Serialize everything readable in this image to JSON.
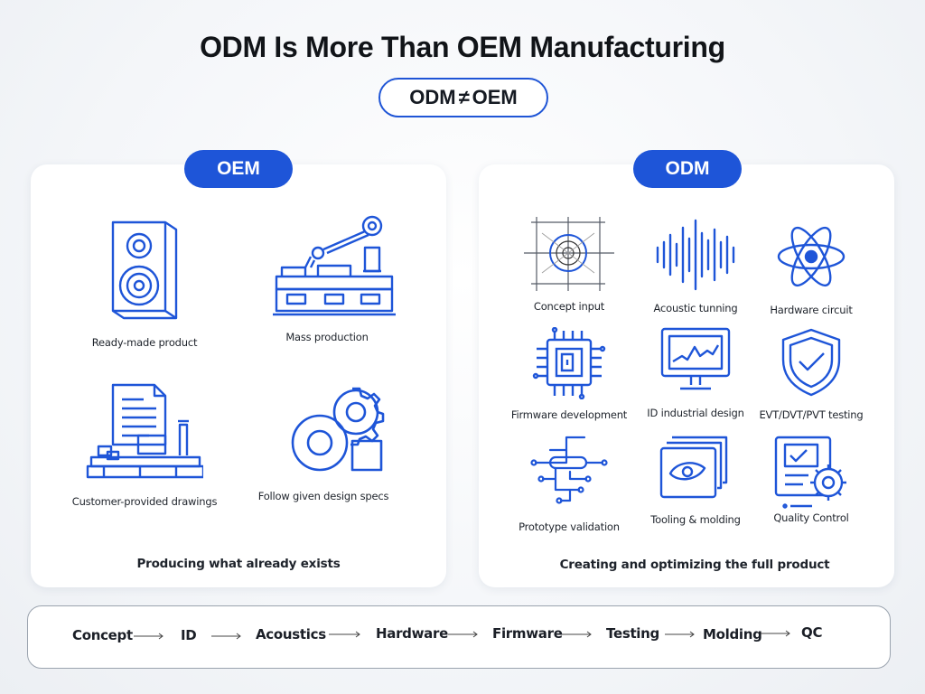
{
  "title": "ODM Is More Than OEM Manufacturing",
  "comparison": {
    "left": "ODM",
    "symbol": "≠",
    "right": "OEM"
  },
  "accent_color": "#1e55d8",
  "oem": {
    "badge": "OEM",
    "items": [
      {
        "icon": "speaker-icon",
        "label": "Ready-made product"
      },
      {
        "icon": "robot-arm-assembly-icon",
        "label": "Mass production"
      },
      {
        "icon": "document-factory-icon",
        "label": "Customer-provided drawings"
      },
      {
        "icon": "gears-square-icon",
        "label": "Follow given design specs"
      }
    ],
    "tagline": "Producing what already exists"
  },
  "odm": {
    "badge": "ODM",
    "items": [
      {
        "icon": "concept-grid-icon",
        "label": "Concept input"
      },
      {
        "icon": "sound-wave-icon",
        "label": "Acoustic tunning"
      },
      {
        "icon": "atom-icon",
        "label": "Hardware circuit"
      },
      {
        "icon": "chip-icon",
        "label": "Firmware development"
      },
      {
        "icon": "monitor-chart-icon",
        "label": "ID industrial design"
      },
      {
        "icon": "shield-check-icon",
        "label": "EVT/DVT/PVT testing"
      },
      {
        "icon": "circuit-flow-icon",
        "label": "Prototype validation"
      },
      {
        "icon": "mold-layers-icon",
        "label": "Tooling & molding"
      },
      {
        "icon": "qc-checklist-gear-icon",
        "label": "Quality Control"
      }
    ],
    "tagline": "Creating and optimizing the full product"
  },
  "flow": [
    "Concept",
    "ID",
    "Acoustics",
    "Hardware",
    "Firmware",
    "Testing",
    "Molding",
    "QC"
  ]
}
